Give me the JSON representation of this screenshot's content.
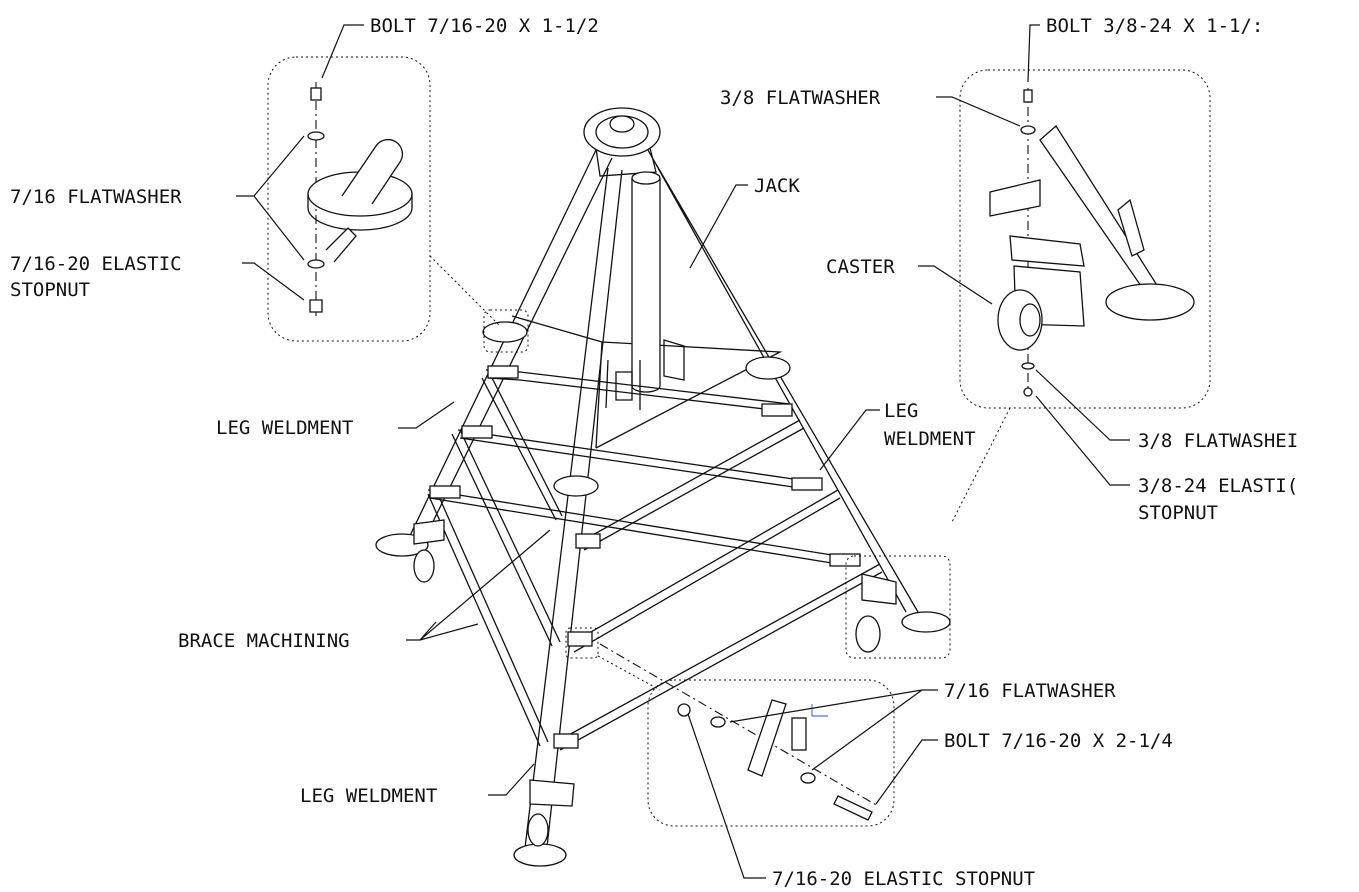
{
  "labels": {
    "bolt_7_16_20_x_1_1_2": "BOLT 7/16-20 X 1-1/2",
    "bolt_3_8_24_x_1_1_2": "BOLT 3/8-24 X 1-1/:",
    "flatwasher_3_8_top": "3/8 FLATWASHER",
    "flatwasher_7_16_top": "7/16 FLATWASHER",
    "jack": "JACK",
    "stopnut_7_16_20_top_line1": "7/16-20 ELASTIC",
    "stopnut_7_16_20_top_line2": "STOPNUT",
    "caster": "CASTER",
    "leg_weldment_left": "LEG WELDMENT",
    "leg_weldment_right_line1": "LEG",
    "leg_weldment_right_line2": "WELDMENT",
    "flatwasher_3_8_bottom": "3/8 FLATWASHEI",
    "stopnut_3_8_24_line1": "3/8-24 ELASTI(",
    "stopnut_3_8_24_line2": "STOPNUT",
    "brace_machining": "BRACE MACHINING",
    "flatwasher_7_16_bottom": "7/16 FLATWASHER",
    "bolt_7_16_20_x_2_1_4": "BOLT 7/16-20 X 2-1/4",
    "leg_weldment_bottom": "LEG WELDMENT",
    "stopnut_7_16_20_bottom": "7/16-20 ELASTIC STOPNUT"
  }
}
